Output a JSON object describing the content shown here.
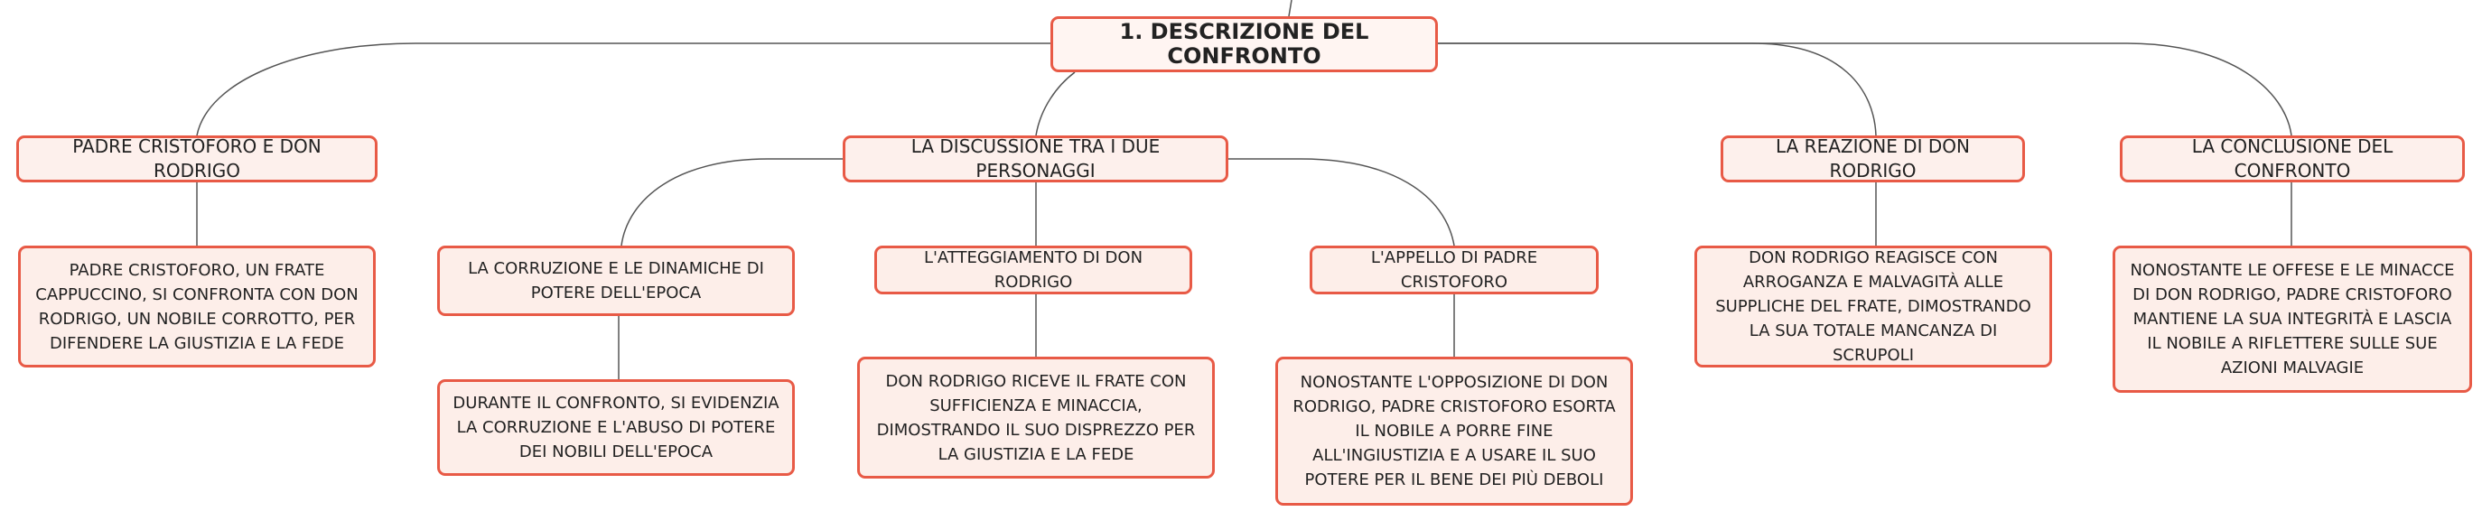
{
  "root": {
    "label": "1. DESCRIZIONE DEL CONFRONTO"
  },
  "branches": [
    {
      "label": "PADRE CRISTOFORO E DON RODRIGO",
      "detail": "PADRE CRISTOFORO, UN FRATE CAPPUCCINO, SI CONFRONTA CON DON RODRIGO, UN NOBILE CORROTTO, PER DIFENDERE LA GIUSTIZIA E LA FEDE"
    },
    {
      "label": "LA DISCUSSIONE TRA I DUE PERSONAGGI",
      "subtopics": [
        {
          "label": "LA CORRUZIONE E LE DINAMICHE DI POTERE DELL'EPOCA",
          "detail": "DURANTE IL CONFRONTO, SI EVIDENZIA LA CORRUZIONE E L'ABUSO DI POTERE DEI NOBILI DELL'EPOCA"
        },
        {
          "label": "L'ATTEGGIAMENTO DI DON RODRIGO",
          "detail": "DON RODRIGO RICEVE IL FRATE CON SUFFICIENZA E MINACCIA, DIMOSTRANDO IL SUO DISPREZZO PER LA GIUSTIZIA E LA FEDE"
        },
        {
          "label": "L'APPELLO DI PADRE CRISTOFORO",
          "detail": "NONOSTANTE L'OPPOSIZIONE DI DON RODRIGO, PADRE CRISTOFORO ESORTA IL NOBILE A PORRE FINE ALL'INGIUSTIZIA E A USARE IL SUO POTERE PER IL BENE DEI PIÙ DEBOLI"
        }
      ]
    },
    {
      "label": "LA REAZIONE DI DON RODRIGO",
      "detail": "DON RODRIGO REAGISCE CON ARROGANZA E MALVAGITÀ ALLE SUPPLICHE DEL FRATE, DIMOSTRANDO LA SUA TOTALE MANCANZA DI SCRUPOLI"
    },
    {
      "label": "LA CONCLUSIONE DEL CONFRONTO",
      "detail": "NONOSTANTE LE OFFESE E LE MINACCE DI DON RODRIGO, PADRE CRISTOFORO MANTIENE LA SUA INTEGRITÀ E LASCIA IL NOBILE A RIFLETTERE SULLE SUE AZIONI MALVAGIE"
    }
  ],
  "colors": {
    "border": "#e85a46",
    "fill": "#fdeee9",
    "line": "#555555"
  }
}
